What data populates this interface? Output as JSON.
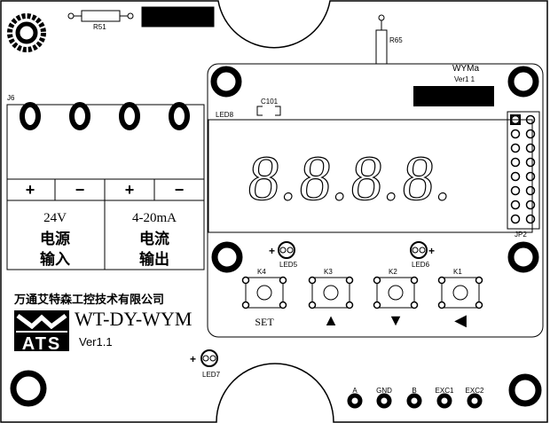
{
  "board": {
    "resistor_r51": "R51",
    "resistor_r65": "R65",
    "connector_j6": "J6",
    "terminal_polarity": [
      "+",
      "−",
      "+",
      "−"
    ],
    "input_label": {
      "voltage": "24V",
      "line1": "电源",
      "line2": "输入"
    },
    "output_label": {
      "current": "4-20mA",
      "line1": "电流",
      "line2": "输出"
    },
    "company": "万通艾特森工控技术有限公司",
    "logo_text": "ATS",
    "model": "WT-DY-WYM",
    "version": "Ver1.1",
    "led7": "LED7",
    "pins": [
      "A",
      "GND",
      "B",
      "EXC1",
      "EXC2"
    ]
  },
  "module": {
    "name": "WYMa",
    "version": "Ver1 1",
    "led8": "LED8",
    "c101": "C101",
    "display_digits": "8.8.8.8.",
    "header": "JP2",
    "led5": "LED5",
    "led6": "LED6",
    "led_plus": "+",
    "buttons": [
      {
        "ref": "K4",
        "label": "SET"
      },
      {
        "ref": "K3",
        "label": "▲"
      },
      {
        "ref": "K2",
        "label": "▼"
      },
      {
        "ref": "K1",
        "label": "◀"
      }
    ]
  }
}
